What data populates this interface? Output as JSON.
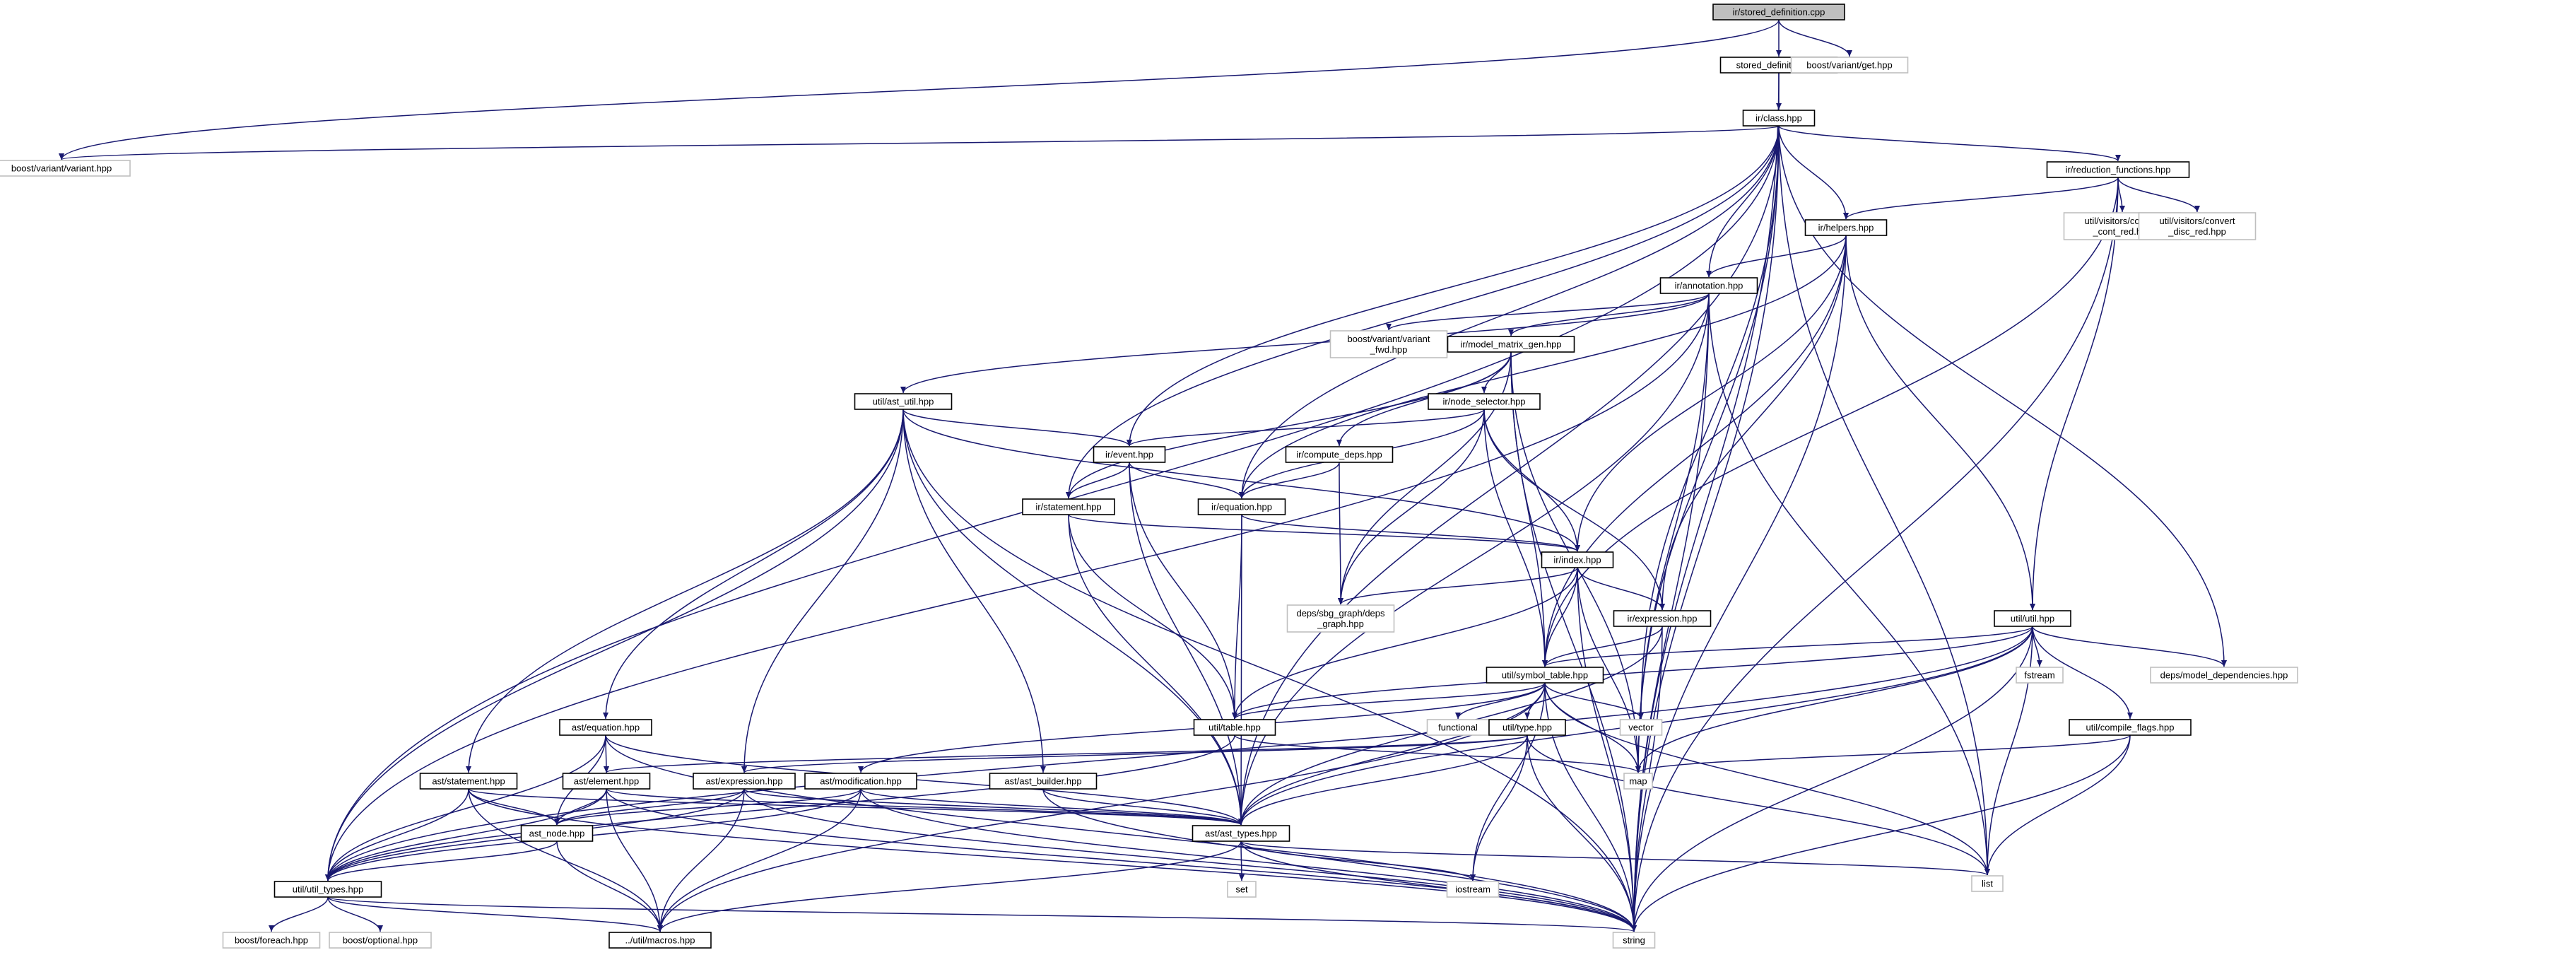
{
  "graph": {
    "nodes": [
      {
        "id": "root",
        "label": "ir/stored_definition.cpp",
        "kind": "root"
      },
      {
        "id": "stored_def",
        "label": "stored_definition.hpp",
        "kind": "file"
      },
      {
        "id": "variant_get",
        "label": "boost/variant/get.hpp",
        "kind": "ext"
      },
      {
        "id": "class",
        "label": "ir/class.hpp",
        "kind": "file"
      },
      {
        "id": "variant",
        "label": "boost/variant/variant.hpp",
        "kind": "ext"
      },
      {
        "id": "reduction",
        "label": "ir/reduction_functions.hpp",
        "kind": "file"
      },
      {
        "id": "helpers",
        "label": "ir/helpers.hpp",
        "kind": "file"
      },
      {
        "id": "cont_red",
        "label": [
          "util/visitors/convert",
          "_cont_red.hpp"
        ],
        "kind": "ext"
      },
      {
        "id": "disc_red",
        "label": [
          "util/visitors/convert",
          "_disc_red.hpp"
        ],
        "kind": "ext"
      },
      {
        "id": "annotation",
        "label": "ir/annotation.hpp",
        "kind": "file"
      },
      {
        "id": "variant_fwd",
        "label": [
          "boost/variant/variant",
          "_fwd.hpp"
        ],
        "kind": "ext"
      },
      {
        "id": "model_matrix",
        "label": "ir/model_matrix_gen.hpp",
        "kind": "file"
      },
      {
        "id": "ast_util",
        "label": "util/ast_util.hpp",
        "kind": "file"
      },
      {
        "id": "node_selector",
        "label": "ir/node_selector.hpp",
        "kind": "file"
      },
      {
        "id": "event",
        "label": "ir/event.hpp",
        "kind": "file"
      },
      {
        "id": "compute_deps",
        "label": "ir/compute_deps.hpp",
        "kind": "file"
      },
      {
        "id": "statement",
        "label": "ir/statement.hpp",
        "kind": "file"
      },
      {
        "id": "equation",
        "label": "ir/equation.hpp",
        "kind": "file"
      },
      {
        "id": "index",
        "label": "ir/index.hpp",
        "kind": "file"
      },
      {
        "id": "deps_graph",
        "label": [
          "deps/sbg_graph/deps",
          "_graph.hpp"
        ],
        "kind": "ext"
      },
      {
        "id": "expression",
        "label": "ir/expression.hpp",
        "kind": "file"
      },
      {
        "id": "util_util",
        "label": "util/util.hpp",
        "kind": "file"
      },
      {
        "id": "fstream",
        "label": "fstream",
        "kind": "ext"
      },
      {
        "id": "model_deps",
        "label": "deps/model_dependencies.hpp",
        "kind": "ext"
      },
      {
        "id": "symbol_table",
        "label": "util/symbol_table.hpp",
        "kind": "file"
      },
      {
        "id": "table",
        "label": "util/table.hpp",
        "kind": "file"
      },
      {
        "id": "functional",
        "label": "functional",
        "kind": "ext"
      },
      {
        "id": "util_type",
        "label": "util/type.hpp",
        "kind": "file"
      },
      {
        "id": "vector",
        "label": "vector",
        "kind": "ext"
      },
      {
        "id": "compile_flags",
        "label": "util/compile_flags.hpp",
        "kind": "file"
      },
      {
        "id": "ast_equation",
        "label": "ast/equation.hpp",
        "kind": "file"
      },
      {
        "id": "ast_statement",
        "label": "ast/statement.hpp",
        "kind": "file"
      },
      {
        "id": "ast_element",
        "label": "ast/element.hpp",
        "kind": "file"
      },
      {
        "id": "ast_expression",
        "label": "ast/expression.hpp",
        "kind": "file"
      },
      {
        "id": "ast_modification",
        "label": "ast/modification.hpp",
        "kind": "file"
      },
      {
        "id": "ast_builder",
        "label": "ast/ast_builder.hpp",
        "kind": "file"
      },
      {
        "id": "map",
        "label": "map",
        "kind": "ext"
      },
      {
        "id": "ast_types",
        "label": "ast/ast_types.hpp",
        "kind": "file"
      },
      {
        "id": "ast_node",
        "label": "ast_node.hpp",
        "kind": "file"
      },
      {
        "id": "set",
        "label": "set",
        "kind": "ext"
      },
      {
        "id": "iostream",
        "label": "iostream",
        "kind": "ext"
      },
      {
        "id": "list",
        "label": "list",
        "kind": "ext"
      },
      {
        "id": "util_types",
        "label": "util/util_types.hpp",
        "kind": "file"
      },
      {
        "id": "foreach",
        "label": "boost/foreach.hpp",
        "kind": "ext"
      },
      {
        "id": "optional",
        "label": "boost/optional.hpp",
        "kind": "ext"
      },
      {
        "id": "macros",
        "label": "../util/macros.hpp",
        "kind": "file"
      },
      {
        "id": "string",
        "label": "string",
        "kind": "ext"
      }
    ],
    "edges": [
      [
        "root",
        "stored_def"
      ],
      [
        "root",
        "variant_get"
      ],
      [
        "root",
        "variant"
      ],
      [
        "stored_def",
        "class"
      ],
      [
        "stored_def",
        "string"
      ],
      [
        "class",
        "variant"
      ],
      [
        "class",
        "reduction"
      ],
      [
        "class",
        "helpers"
      ],
      [
        "class",
        "annotation"
      ],
      [
        "class",
        "event"
      ],
      [
        "class",
        "statement"
      ],
      [
        "class",
        "equation"
      ],
      [
        "class",
        "ast_types"
      ],
      [
        "class",
        "util_types"
      ],
      [
        "class",
        "vector"
      ],
      [
        "class",
        "list"
      ],
      [
        "class",
        "map"
      ],
      [
        "class",
        "model_deps"
      ],
      [
        "class",
        "string"
      ],
      [
        "reduction",
        "helpers"
      ],
      [
        "reduction",
        "cont_red"
      ],
      [
        "reduction",
        "disc_red"
      ],
      [
        "reduction",
        "symbol_table"
      ],
      [
        "reduction",
        "util_util"
      ],
      [
        "reduction",
        "string"
      ],
      [
        "helpers",
        "annotation"
      ],
      [
        "helpers",
        "equation"
      ],
      [
        "helpers",
        "index"
      ],
      [
        "helpers",
        "expression"
      ],
      [
        "helpers",
        "symbol_table"
      ],
      [
        "helpers",
        "util_util"
      ],
      [
        "helpers",
        "string"
      ],
      [
        "annotation",
        "variant_fwd"
      ],
      [
        "annotation",
        "model_matrix"
      ],
      [
        "annotation",
        "ast_util"
      ],
      [
        "annotation",
        "ast_types"
      ],
      [
        "annotation",
        "util_types"
      ],
      [
        "annotation",
        "map"
      ],
      [
        "annotation",
        "list"
      ],
      [
        "annotation",
        "string"
      ],
      [
        "model_matrix",
        "node_selector"
      ],
      [
        "model_matrix",
        "compute_deps"
      ],
      [
        "model_matrix",
        "statement"
      ],
      [
        "model_matrix",
        "deps_graph"
      ],
      [
        "model_matrix",
        "symbol_table"
      ],
      [
        "model_matrix",
        "map"
      ],
      [
        "model_matrix",
        "string"
      ],
      [
        "ast_util",
        "event"
      ],
      [
        "ast_util",
        "index"
      ],
      [
        "ast_util",
        "ast_equation"
      ],
      [
        "ast_util",
        "ast_statement"
      ],
      [
        "ast_util",
        "ast_expression"
      ],
      [
        "ast_util",
        "ast_builder"
      ],
      [
        "ast_util",
        "ast_types"
      ],
      [
        "ast_util",
        "util_types"
      ],
      [
        "ast_util",
        "string"
      ],
      [
        "node_selector",
        "event"
      ],
      [
        "node_selector",
        "equation"
      ],
      [
        "node_selector",
        "index"
      ],
      [
        "node_selector",
        "deps_graph"
      ],
      [
        "node_selector",
        "expression"
      ],
      [
        "node_selector",
        "symbol_table"
      ],
      [
        "event",
        "statement"
      ],
      [
        "event",
        "equation"
      ],
      [
        "event",
        "table"
      ],
      [
        "event",
        "ast_types"
      ],
      [
        "compute_deps",
        "equation"
      ],
      [
        "compute_deps",
        "deps_graph"
      ],
      [
        "statement",
        "index"
      ],
      [
        "statement",
        "table"
      ],
      [
        "statement",
        "ast_types"
      ],
      [
        "equation",
        "index"
      ],
      [
        "equation",
        "table"
      ],
      [
        "equation",
        "ast_types"
      ],
      [
        "index",
        "deps_graph"
      ],
      [
        "index",
        "expression"
      ],
      [
        "index",
        "symbol_table"
      ],
      [
        "index",
        "table"
      ],
      [
        "index",
        "map"
      ],
      [
        "index",
        "string"
      ],
      [
        "expression",
        "symbol_table"
      ],
      [
        "expression",
        "ast_types"
      ],
      [
        "expression",
        "string"
      ],
      [
        "util_util",
        "symbol_table"
      ],
      [
        "util_util",
        "table"
      ],
      [
        "util_util",
        "fstream"
      ],
      [
        "util_util",
        "model_deps"
      ],
      [
        "util_util",
        "compile_flags"
      ],
      [
        "util_util",
        "ast_types"
      ],
      [
        "util_util",
        "map"
      ],
      [
        "util_util",
        "list"
      ],
      [
        "util_util",
        "util_types"
      ],
      [
        "util_util",
        "string"
      ],
      [
        "symbol_table",
        "table"
      ],
      [
        "symbol_table",
        "functional"
      ],
      [
        "symbol_table",
        "util_type"
      ],
      [
        "symbol_table",
        "vector"
      ],
      [
        "symbol_table",
        "map"
      ],
      [
        "symbol_table",
        "ast_types"
      ],
      [
        "symbol_table",
        "iostream"
      ],
      [
        "symbol_table",
        "list"
      ],
      [
        "symbol_table",
        "ast_modification"
      ],
      [
        "symbol_table",
        "macros"
      ],
      [
        "symbol_table",
        "string"
      ],
      [
        "table",
        "map"
      ],
      [
        "table",
        "util_types"
      ],
      [
        "util_type",
        "ast_element"
      ],
      [
        "util_type",
        "ast_types"
      ],
      [
        "util_type",
        "ast_expression"
      ],
      [
        "util_type",
        "iostream"
      ],
      [
        "util_type",
        "list"
      ],
      [
        "util_type",
        "string"
      ],
      [
        "compile_flags",
        "map"
      ],
      [
        "compile_flags",
        "list"
      ],
      [
        "compile_flags",
        "string"
      ],
      [
        "ast_equation",
        "ast_element"
      ],
      [
        "ast_equation",
        "ast_node"
      ],
      [
        "ast_equation",
        "ast_types"
      ],
      [
        "ast_equation",
        "util_types"
      ],
      [
        "ast_equation",
        "string"
      ],
      [
        "ast_statement",
        "ast_node"
      ],
      [
        "ast_statement",
        "ast_types"
      ],
      [
        "ast_statement",
        "util_types"
      ],
      [
        "ast_statement",
        "macros"
      ],
      [
        "ast_statement",
        "string"
      ],
      [
        "ast_element",
        "ast_node"
      ],
      [
        "ast_element",
        "ast_types"
      ],
      [
        "ast_element",
        "util_types"
      ],
      [
        "ast_element",
        "macros"
      ],
      [
        "ast_element",
        "string"
      ],
      [
        "ast_expression",
        "ast_node"
      ],
      [
        "ast_expression",
        "ast_types"
      ],
      [
        "ast_expression",
        "util_types"
      ],
      [
        "ast_expression",
        "macros"
      ],
      [
        "ast_expression",
        "string"
      ],
      [
        "ast_modification",
        "ast_node"
      ],
      [
        "ast_modification",
        "ast_types"
      ],
      [
        "ast_modification",
        "util_types"
      ],
      [
        "ast_modification",
        "macros"
      ],
      [
        "ast_modification",
        "string"
      ],
      [
        "ast_builder",
        "ast_types"
      ],
      [
        "ast_builder",
        "string"
      ],
      [
        "ast_types",
        "set"
      ],
      [
        "ast_types",
        "iostream"
      ],
      [
        "ast_types",
        "list"
      ],
      [
        "ast_types",
        "macros"
      ],
      [
        "ast_types",
        "string"
      ],
      [
        "ast_node",
        "util_types"
      ],
      [
        "ast_node",
        "macros"
      ],
      [
        "util_types",
        "foreach"
      ],
      [
        "util_types",
        "optional"
      ],
      [
        "util_types",
        "macros"
      ],
      [
        "util_types",
        "string"
      ]
    ]
  }
}
